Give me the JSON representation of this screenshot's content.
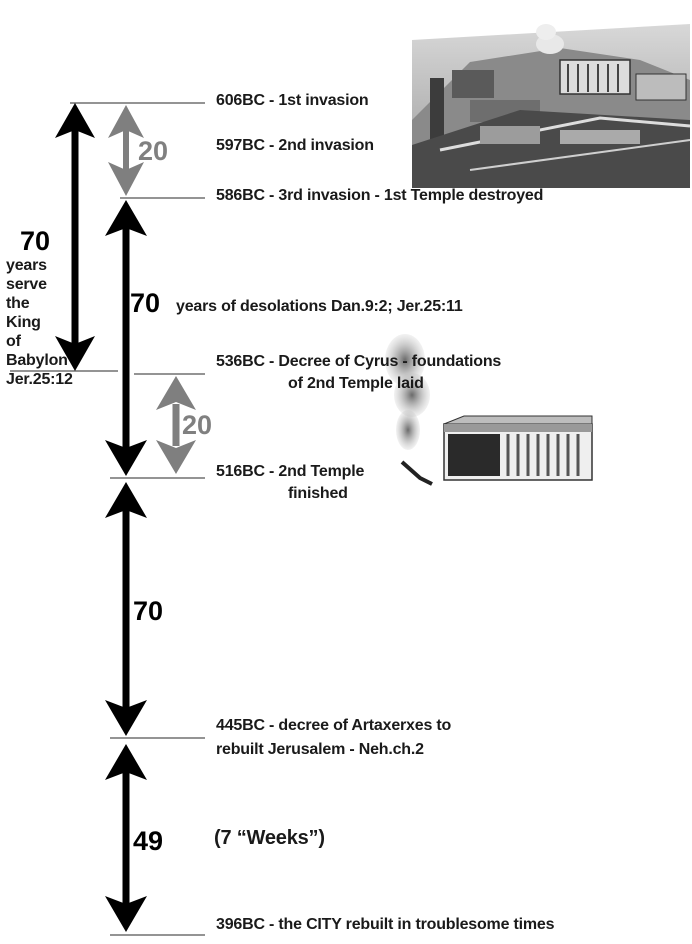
{
  "events": {
    "e606": "606BC - 1st invasion",
    "e597": "597BC - 2nd invasion",
    "e586": "586BC - 3rd invasion - 1st Temple destroyed",
    "e536_line1": "536BC - Decree of Cyrus - foundations",
    "e536_line2": "of 2nd Temple laid",
    "e516_line1": "516BC - 2nd Temple",
    "e516_line2": "finished",
    "e445_line1": "445BC - decree of Artaxerxes to",
    "e445_line2": "rebuilt Jerusalem - Neh.ch.2",
    "e396": "396BC - the CITY rebuilt in troublesome times"
  },
  "spans": {
    "serve_number": "70",
    "serve_text": [
      "years",
      "serve",
      "the",
      "King",
      "of",
      "Babylon",
      "Jer.25:12"
    ],
    "desolation_number": "70",
    "desolation_text": "years of desolations Dan.9:2; Jer.25:11",
    "first_gap_number": "20",
    "second_gap_number": "20",
    "third_span_number": "70",
    "weeks_number": "49",
    "weeks_text": "(7 “Weeks”)"
  },
  "colors": {
    "black_arrow": "#000000",
    "gray_arrow": "#7f7f7f",
    "guide_line": "#555555"
  },
  "illustrations": {
    "top_image": "ancient-city-engraving",
    "middle_image": "second-temple-with-smoke"
  }
}
